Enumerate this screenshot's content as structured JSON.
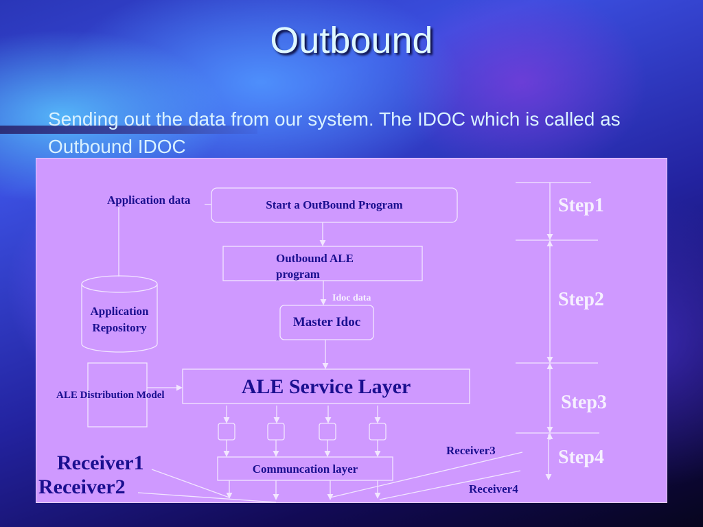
{
  "slide": {
    "title": "Outbound",
    "subtitle": "Sending out the data from our system. The IDOC which is called as Outbound IDOC"
  },
  "diagram": {
    "application_data": "Application data",
    "start_program": "Start a OutBound Program",
    "outbound_ale_program": "Outbound ALE program",
    "idoc_data": "Idoc data",
    "master_idoc": "Master Idoc",
    "repository": "Application Repository",
    "distribution_model": "ALE Distribution Model",
    "service_layer": "ALE Service Layer",
    "communication_layer": "Communcation layer",
    "receivers": [
      "Receiver1",
      "Receiver2",
      "Receiver3",
      "Receiver4"
    ],
    "steps": [
      "Step1",
      "Step2",
      "Step3",
      "Step4"
    ]
  },
  "colors": {
    "panel": "#cf99ff",
    "line": "#f2e6ff",
    "text": "#1a0f8f",
    "step_text": "#f6f0ff"
  }
}
